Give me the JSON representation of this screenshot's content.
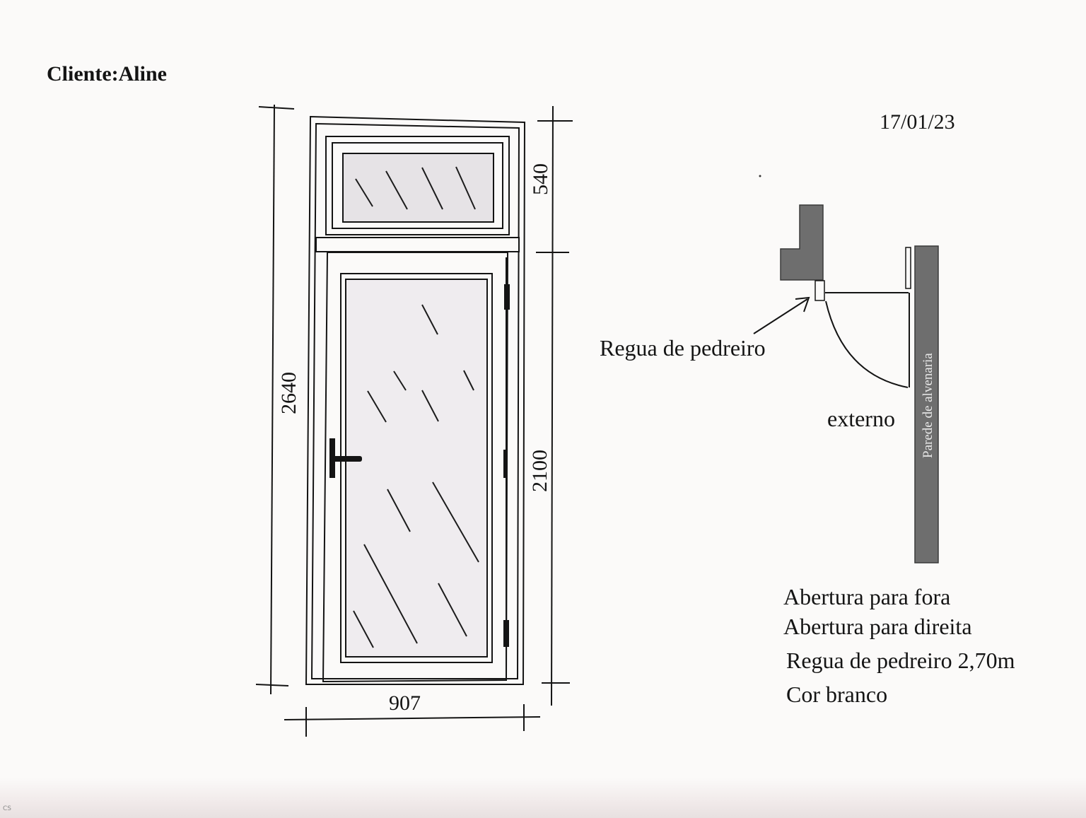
{
  "header": {
    "client": "Cliente:Aline",
    "date": "17/01/23"
  },
  "dimensions": {
    "total_height": "2640",
    "transom_height": "540",
    "door_height": "2100",
    "width": "907"
  },
  "plan_view": {
    "regua_label": "Regua de pedreiro",
    "externo_label": "externo",
    "wall_label": "Parede de alvenaria"
  },
  "notes": [
    "Abertura para fora",
    "Abertura para direita",
    "Regua de pedreiro 2,70m",
    "Cor branco"
  ],
  "footer": {
    "scanner_mark": "CS"
  },
  "colors": {
    "wall_fill": "#6e6e6e",
    "ink": "#141414",
    "glass_top": "#e6e3e6",
    "glass_door": "#efecef"
  }
}
